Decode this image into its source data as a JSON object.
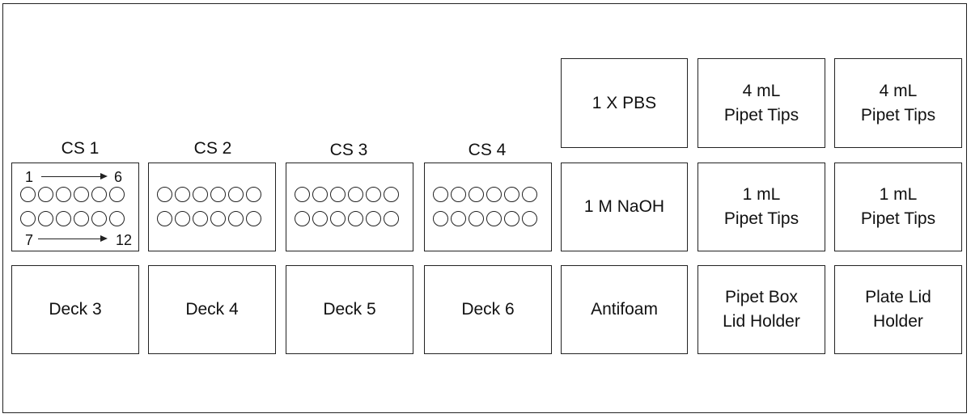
{
  "cs_labels": [
    "CS 1",
    "CS 2",
    "CS 3",
    "CS 4"
  ],
  "plate_annotations": {
    "top_start": "1",
    "top_end": "6",
    "bottom_start": "7",
    "bottom_end": "12"
  },
  "right_grid": {
    "row1": [
      {
        "line1": "1 X PBS",
        "line2": ""
      },
      {
        "line1": "4 mL",
        "line2": "Pipet Tips"
      },
      {
        "line1": "4 mL",
        "line2": "Pipet Tips"
      }
    ],
    "row2": [
      {
        "line1": "1 M NaOH",
        "line2": ""
      },
      {
        "line1": "1 mL",
        "line2": "Pipet Tips"
      },
      {
        "line1": "1 mL",
        "line2": "Pipet Tips"
      }
    ]
  },
  "bottom_row": [
    {
      "line1": "Deck 3",
      "line2": ""
    },
    {
      "line1": "Deck 4",
      "line2": ""
    },
    {
      "line1": "Deck 5",
      "line2": ""
    },
    {
      "line1": "Deck 6",
      "line2": ""
    },
    {
      "line1": "Antifoam",
      "line2": ""
    },
    {
      "line1": "Pipet Box",
      "line2": "Lid Holder"
    },
    {
      "line1": "Plate Lid",
      "line2": "Holder"
    }
  ]
}
